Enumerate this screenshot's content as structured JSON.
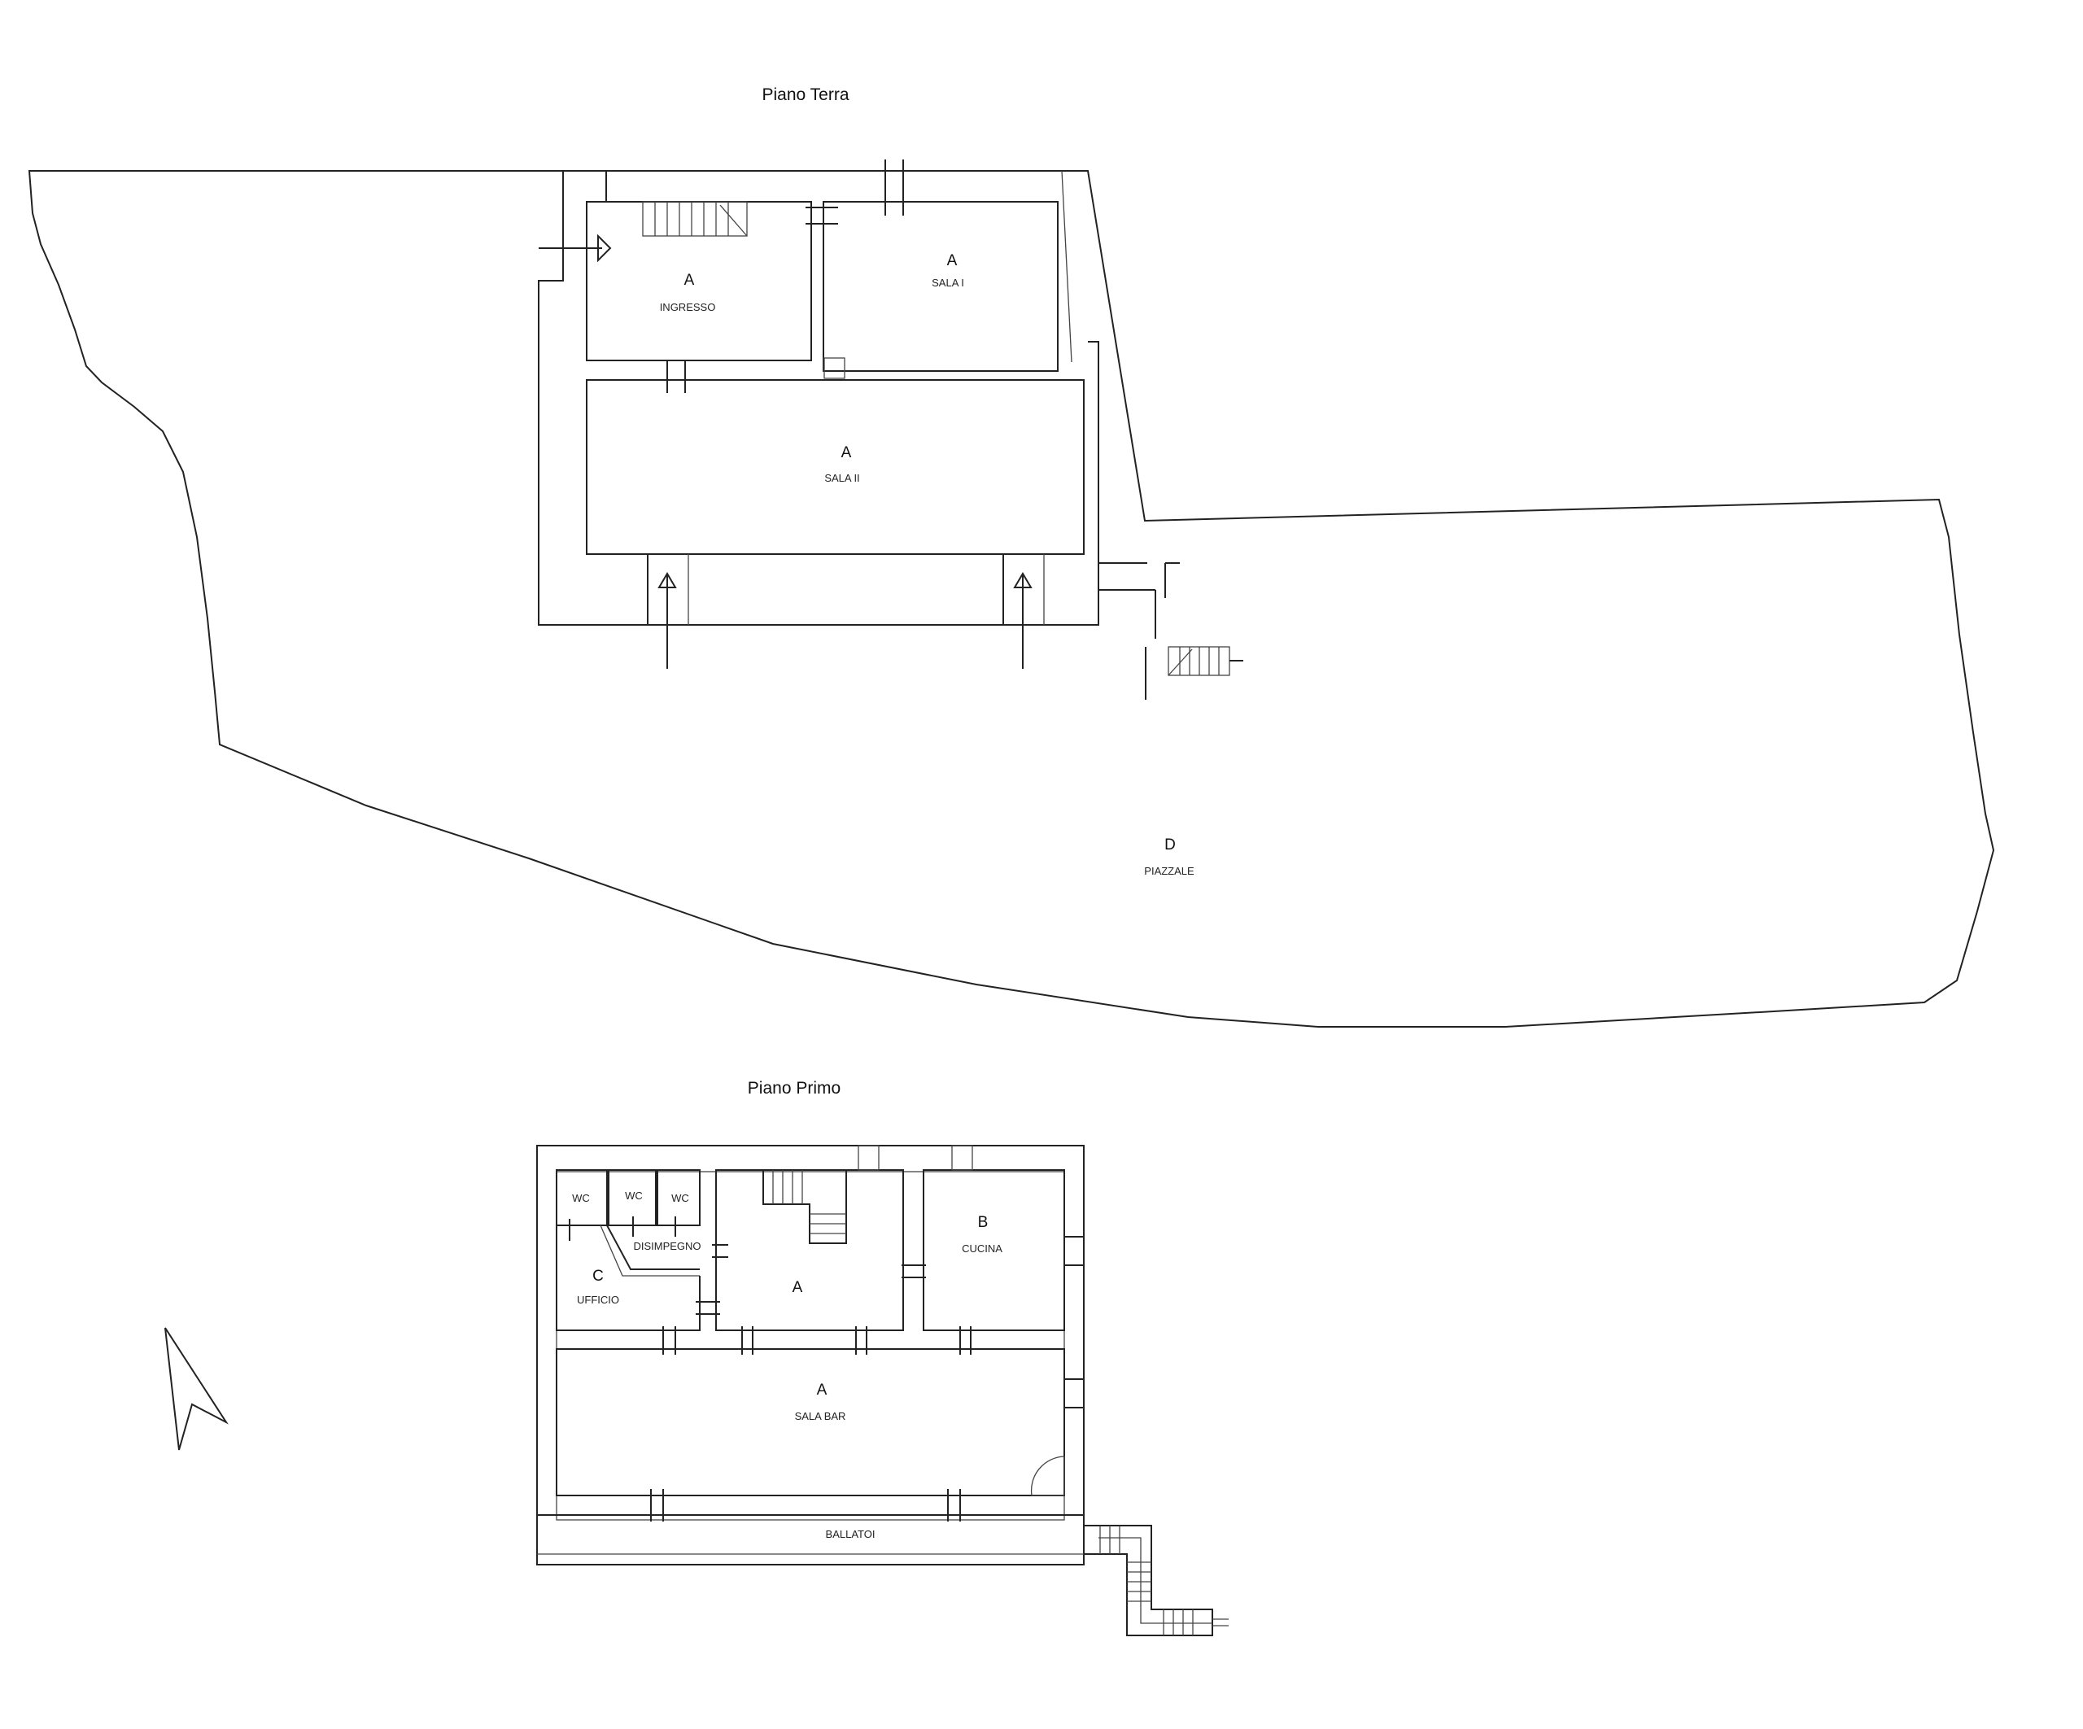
{
  "plans": {
    "ground": {
      "title": "Piano Terra",
      "rooms": [
        {
          "letter": "A",
          "label": "INGRESSO"
        },
        {
          "letter": "A",
          "label": "SALA I"
        },
        {
          "letter": "A",
          "label": "SALA II"
        },
        {
          "letter": "D",
          "label": "PIAZZALE"
        }
      ]
    },
    "first": {
      "title": "Piano Primo",
      "rooms": [
        {
          "letter": "",
          "label": "WC"
        },
        {
          "letter": "",
          "label": "WC"
        },
        {
          "letter": "",
          "label": "WC"
        },
        {
          "letter": "",
          "label": "DISIMPEGNO"
        },
        {
          "letter": "C",
          "label": "UFFICIO"
        },
        {
          "letter": "A",
          "label": ""
        },
        {
          "letter": "B",
          "label": "CUCINA"
        },
        {
          "letter": "A",
          "label": "SALA BAR"
        },
        {
          "letter": "",
          "label": "BALLATOI"
        }
      ]
    }
  },
  "north_arrow": {
    "icon": "north-arrow-icon"
  }
}
